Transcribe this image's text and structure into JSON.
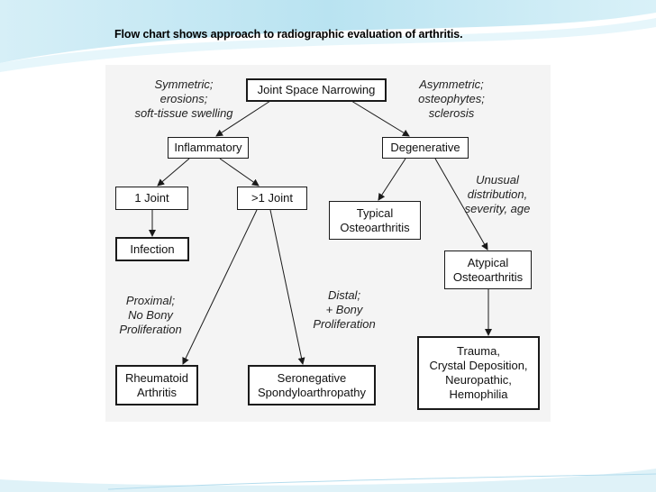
{
  "caption": "Flow chart shows approach to radiographic evaluation of arthritis.",
  "nodes": {
    "joint_space_narrowing": "Joint Space Narrowing",
    "inflammatory": "Inflammatory",
    "degenerative": "Degenerative",
    "one_joint": "1 Joint",
    "more_than_one_joint": ">1 Joint",
    "typical_oa": "Typical\nOsteoarthritis",
    "infection": "Infection",
    "atypical_oa": "Atypical\nOsteoarthritis",
    "rheumatoid_arthritis": "Rheumatoid\nArthritis",
    "seronegative": "Seronegative\nSpondyloarthropathy",
    "trauma_group": "Trauma,\nCrystal Deposition,\nNeuropathic,\nHemophilia"
  },
  "edge_labels": {
    "inflammatory_criteria": "Symmetric;\nerosions;\nsoft-tissue swelling",
    "degenerative_criteria": "Asymmetric;\nosteophytes;\nsclerosis",
    "atypical_criteria": "Unusual\ndistribution,\nseverity, age",
    "proximal": "Proximal;\nNo Bony\nProliferation",
    "distal": "Distal;\n+ Bony\nProliferation"
  },
  "colors": {
    "slide_swoosh": "#bfe6f2",
    "slide_swoosh_light": "#e3f4fa",
    "panel": "#f4f4f4",
    "line": "#1a1a1a"
  }
}
